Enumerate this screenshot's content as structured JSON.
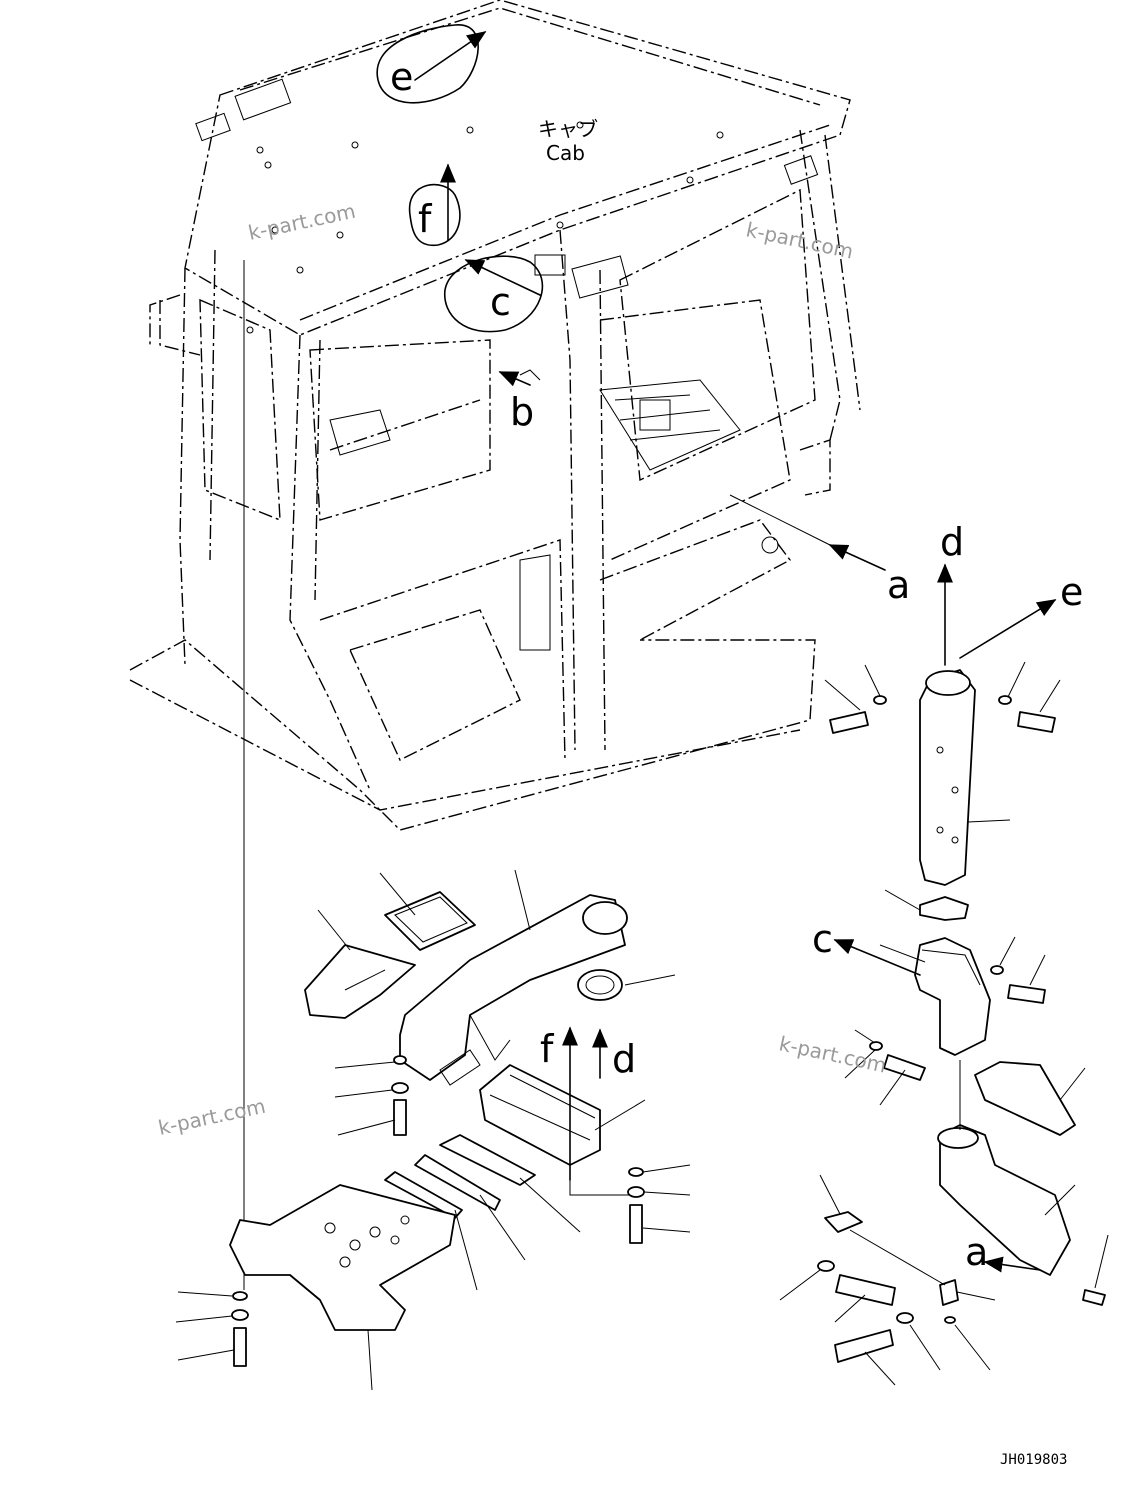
{
  "cab_label_jp": "キャブ",
  "cab_label_en": "Cab",
  "refs": {
    "a": "a",
    "b": "b",
    "c": "c",
    "d": "d",
    "e": "e",
    "f": "f"
  },
  "watermark": "k-part.com",
  "drawing_code": "JH019803"
}
